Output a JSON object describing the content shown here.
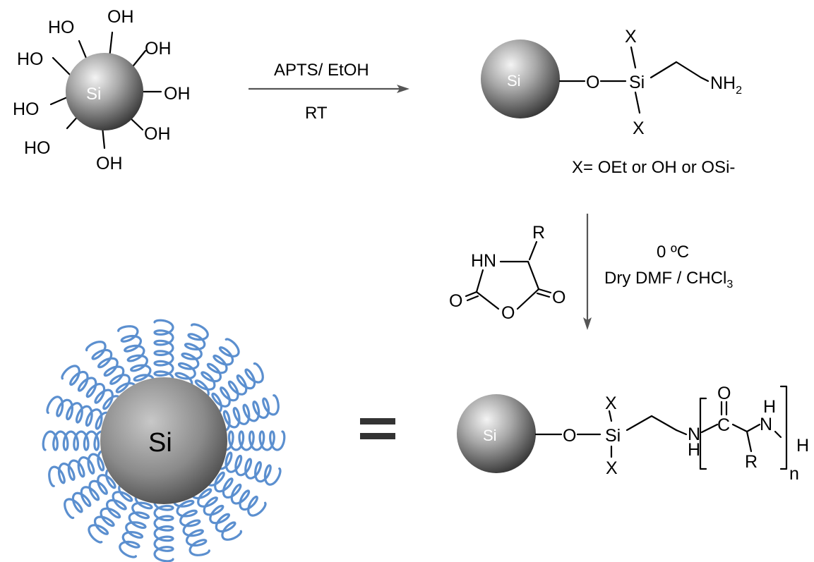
{
  "labels": {
    "hydroxyl": "OH",
    "hydroxyl_left": "HO",
    "core": "Si",
    "silicon": "Si",
    "oxygen": "O",
    "x": "X",
    "amine": "NH",
    "amine_sub": "2",
    "nh_n": "N",
    "nh_h": "H",
    "carbonyl_o": "O",
    "carbon": "C",
    "r_group": "R",
    "terminal_h": "H",
    "repeat_n": "n",
    "hn": "HN",
    "ring_o": "O",
    "equals": "="
  },
  "reaction_1": {
    "reagent": "APTS/ EtOH",
    "condition": "RT"
  },
  "x_definition": "X= OEt or OH or OSi-",
  "reaction_2": {
    "temperature": "0 ºC",
    "solvent_prefix": "Dry DMF / CHCl",
    "solvent_sub": "3"
  },
  "colors": {
    "sphere_light": "#eeeeee",
    "sphere_mid": "#9a9a9a",
    "sphere_dark": "#3e3e3e",
    "helix": "#5b8fcf",
    "arrow": "#555555"
  }
}
